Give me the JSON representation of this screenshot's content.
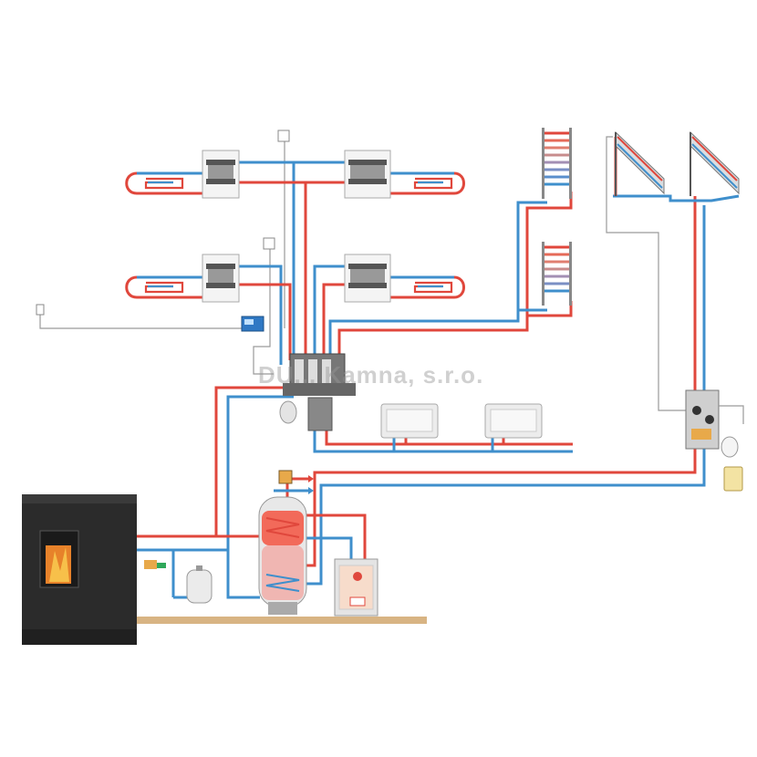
{
  "watermark": {
    "text": "DU... Kamna, s.r.o."
  },
  "colors": {
    "supply": "#e0473c",
    "return": "#3f8fcc",
    "signal": "#9a9a9a",
    "stove_body": "#2b2b2b",
    "floor": "#d8b483"
  },
  "components": [
    "pellet-stove",
    "storage-tank",
    "expansion-vessel",
    "solar-collectors",
    "solar-pump-station",
    "underfloor-loops",
    "manifolds",
    "ladder-radiators",
    "panel-radiators",
    "hydraulic-distributor",
    "controller",
    "auxiliary-boiler"
  ]
}
